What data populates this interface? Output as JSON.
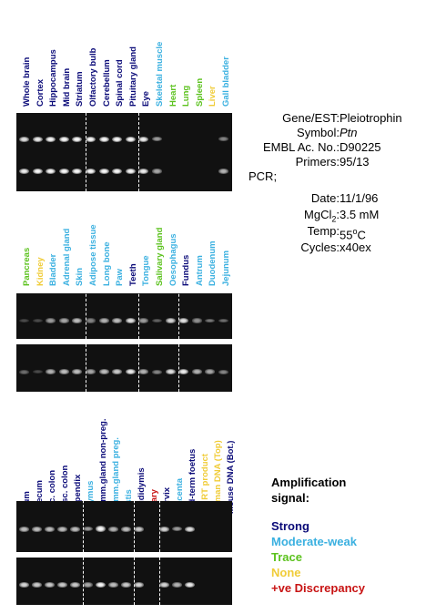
{
  "colors": {
    "strong": "#0a0a78",
    "moderate": "#3ab0e0",
    "trace": "#5cc21e",
    "none": "#f0cc38",
    "discrepancy": "#c81414"
  },
  "panels": [
    {
      "lanes": [
        {
          "label": "Whole brain",
          "signal": "strong",
          "bands": [
            0.75,
            0.8
          ]
        },
        {
          "label": "Cortex",
          "signal": "strong",
          "bands": [
            0.8,
            0.85
          ]
        },
        {
          "label": "Hippocampus",
          "signal": "strong",
          "bands": [
            0.85,
            0.85
          ]
        },
        {
          "label": "Mid brain",
          "signal": "strong",
          "bands": [
            0.85,
            0.9
          ]
        },
        {
          "label": "Striatum",
          "signal": "strong",
          "bands": [
            0.85,
            0.85
          ]
        },
        {
          "label": "Olfactory bulb",
          "signal": "strong",
          "bands": [
            0.85,
            0.85
          ]
        },
        {
          "label": "Cerebellum",
          "signal": "strong",
          "bands": [
            0.85,
            0.85
          ]
        },
        {
          "label": "Spinal cord",
          "signal": "strong",
          "bands": [
            0.85,
            0.85
          ]
        },
        {
          "label": "Pituitary gland",
          "signal": "strong",
          "bands": [
            0.85,
            0.85
          ]
        },
        {
          "label": "Eye",
          "signal": "strong",
          "bands": [
            0.8,
            0.8
          ]
        },
        {
          "label": "Skeletal muscle",
          "signal": "moderate",
          "bands": [
            0.45,
            0.5
          ]
        },
        {
          "label": "Heart",
          "signal": "trace",
          "bands": [
            0,
            0
          ]
        },
        {
          "label": "Lung",
          "signal": "trace",
          "bands": [
            0,
            0
          ]
        },
        {
          "label": "Spleen",
          "signal": "trace",
          "bands": [
            0,
            0
          ]
        },
        {
          "label": "Liver",
          "signal": "none",
          "bands": [
            0,
            0
          ]
        },
        {
          "label": "Gall bladder",
          "signal": "moderate",
          "bands": [
            0.35,
            0.55
          ]
        }
      ]
    },
    {
      "lanes": [
        {
          "label": "Pancreas",
          "signal": "trace",
          "bands": [
            0.1,
            0.25
          ]
        },
        {
          "label": "Kidney",
          "signal": "none",
          "bands": [
            0.1,
            0.1
          ]
        },
        {
          "label": "Bladder",
          "signal": "moderate",
          "bands": [
            0.45,
            0.55
          ]
        },
        {
          "label": "Adrenal gland",
          "signal": "moderate",
          "bands": [
            0.5,
            0.6
          ]
        },
        {
          "label": "Skin",
          "signal": "moderate",
          "bands": [
            0.6,
            0.6
          ]
        },
        {
          "label": "Adipose tissue",
          "signal": "moderate",
          "bands": [
            0.35,
            0.5
          ]
        },
        {
          "label": "Long bone",
          "signal": "moderate",
          "bands": [
            0.55,
            0.6
          ]
        },
        {
          "label": "Paw",
          "signal": "moderate",
          "bands": [
            0.6,
            0.65
          ]
        },
        {
          "label": "Teeth",
          "signal": "strong",
          "bands": [
            0.75,
            0.8
          ]
        },
        {
          "label": "Tongue",
          "signal": "moderate",
          "bands": [
            0.45,
            0.55
          ]
        },
        {
          "label": "Salivary gland",
          "signal": "trace",
          "bands": [
            0.2,
            0.35
          ]
        },
        {
          "label": "Oesophagus",
          "signal": "moderate",
          "bands": [
            0.7,
            0.75
          ]
        },
        {
          "label": "Fundus",
          "signal": "strong",
          "bands": [
            0.75,
            0.8
          ]
        },
        {
          "label": "Antrum",
          "signal": "moderate",
          "bands": [
            0.4,
            0.55
          ]
        },
        {
          "label": "Duodenum",
          "signal": "moderate",
          "bands": [
            0.3,
            0.5
          ]
        },
        {
          "label": "Jejunum",
          "signal": "moderate",
          "bands": [
            0.25,
            0.35
          ]
        }
      ]
    },
    {
      "lanes": [
        {
          "label": "Ileum",
          "signal": "strong",
          "bands": [
            0.6,
            0.7
          ]
        },
        {
          "label": "Caecum",
          "signal": "strong",
          "bands": [
            0.6,
            0.65
          ]
        },
        {
          "label": "Asc. colon",
          "signal": "strong",
          "bands": [
            0.6,
            0.65
          ]
        },
        {
          "label": "Desc. colon",
          "signal": "strong",
          "bands": [
            0.6,
            0.65
          ]
        },
        {
          "label": "Appendix",
          "signal": "strong",
          "bands": [
            0.6,
            0.65
          ]
        },
        {
          "label": "Thymus",
          "signal": "moderate",
          "bands": [
            0.45,
            0.5
          ]
        },
        {
          "label": "Mamm.gland non-preg.",
          "signal": "strong",
          "bands": [
            0.9,
            0.9
          ]
        },
        {
          "label": "Mamm.gland preg.",
          "signal": "moderate",
          "bands": [
            0.55,
            0.6
          ]
        },
        {
          "label": "Testis",
          "signal": "moderate",
          "bands": [
            0.6,
            0.65
          ]
        },
        {
          "label": "Epididymis",
          "signal": "strong",
          "bands": [
            0.65,
            0.7
          ]
        },
        {
          "label": "Ovary",
          "signal": "discrepancy",
          "bands": [
            0,
            0
          ]
        },
        {
          "label": "Cervix",
          "signal": "strong",
          "bands": [
            0.7,
            0.7
          ]
        },
        {
          "label": "Placenta",
          "signal": "moderate",
          "bands": [
            0.45,
            0.55
          ]
        },
        {
          "label": "Mid-term foetus",
          "signal": "strong",
          "bands": [
            0.75,
            0.8
          ]
        },
        {
          "label": "No RT product",
          "signal": "none",
          "bands": [
            0,
            0
          ]
        },
        {
          "label": "Human DNA (Top)",
          "signal": "none",
          "bands": [
            0,
            0
          ]
        },
        {
          "label": "Mouse DNA (Bot.)",
          "signal": "strong",
          "bands": [
            0,
            0
          ]
        }
      ]
    }
  ],
  "info": {
    "rows": [
      {
        "key": "Gene/EST:",
        "value": "Pleiotrophin"
      },
      {
        "key": "Symbol:",
        "value": "Ptn",
        "italic": true
      },
      {
        "key": "EMBL Ac. No.:",
        "value": "D90225"
      },
      {
        "key": "Primers:",
        "value": "95/13"
      }
    ],
    "pcr_label": "PCR;",
    "pcr_rows": [
      {
        "key": "Date:",
        "value": "11/1/96"
      },
      {
        "key": "MgCl",
        "key_sub": "2",
        "key_suffix": ":",
        "value": "3.5 mM"
      },
      {
        "key": "Temp:",
        "value": "55",
        "value_sup": "o",
        "value_suffix": "C"
      },
      {
        "key": "Cycles:",
        "value": "x40ex"
      }
    ]
  },
  "legend": {
    "title_line1": "Amplification",
    "title_line2": "signal:",
    "items": [
      {
        "label": "Strong",
        "signal": "strong"
      },
      {
        "label": "Moderate-weak",
        "signal": "moderate"
      },
      {
        "label": "Trace",
        "signal": "trace"
      },
      {
        "label": "None",
        "signal": "none"
      },
      {
        "label": "+ve Discrepancy",
        "signal": "discrepancy"
      }
    ]
  }
}
